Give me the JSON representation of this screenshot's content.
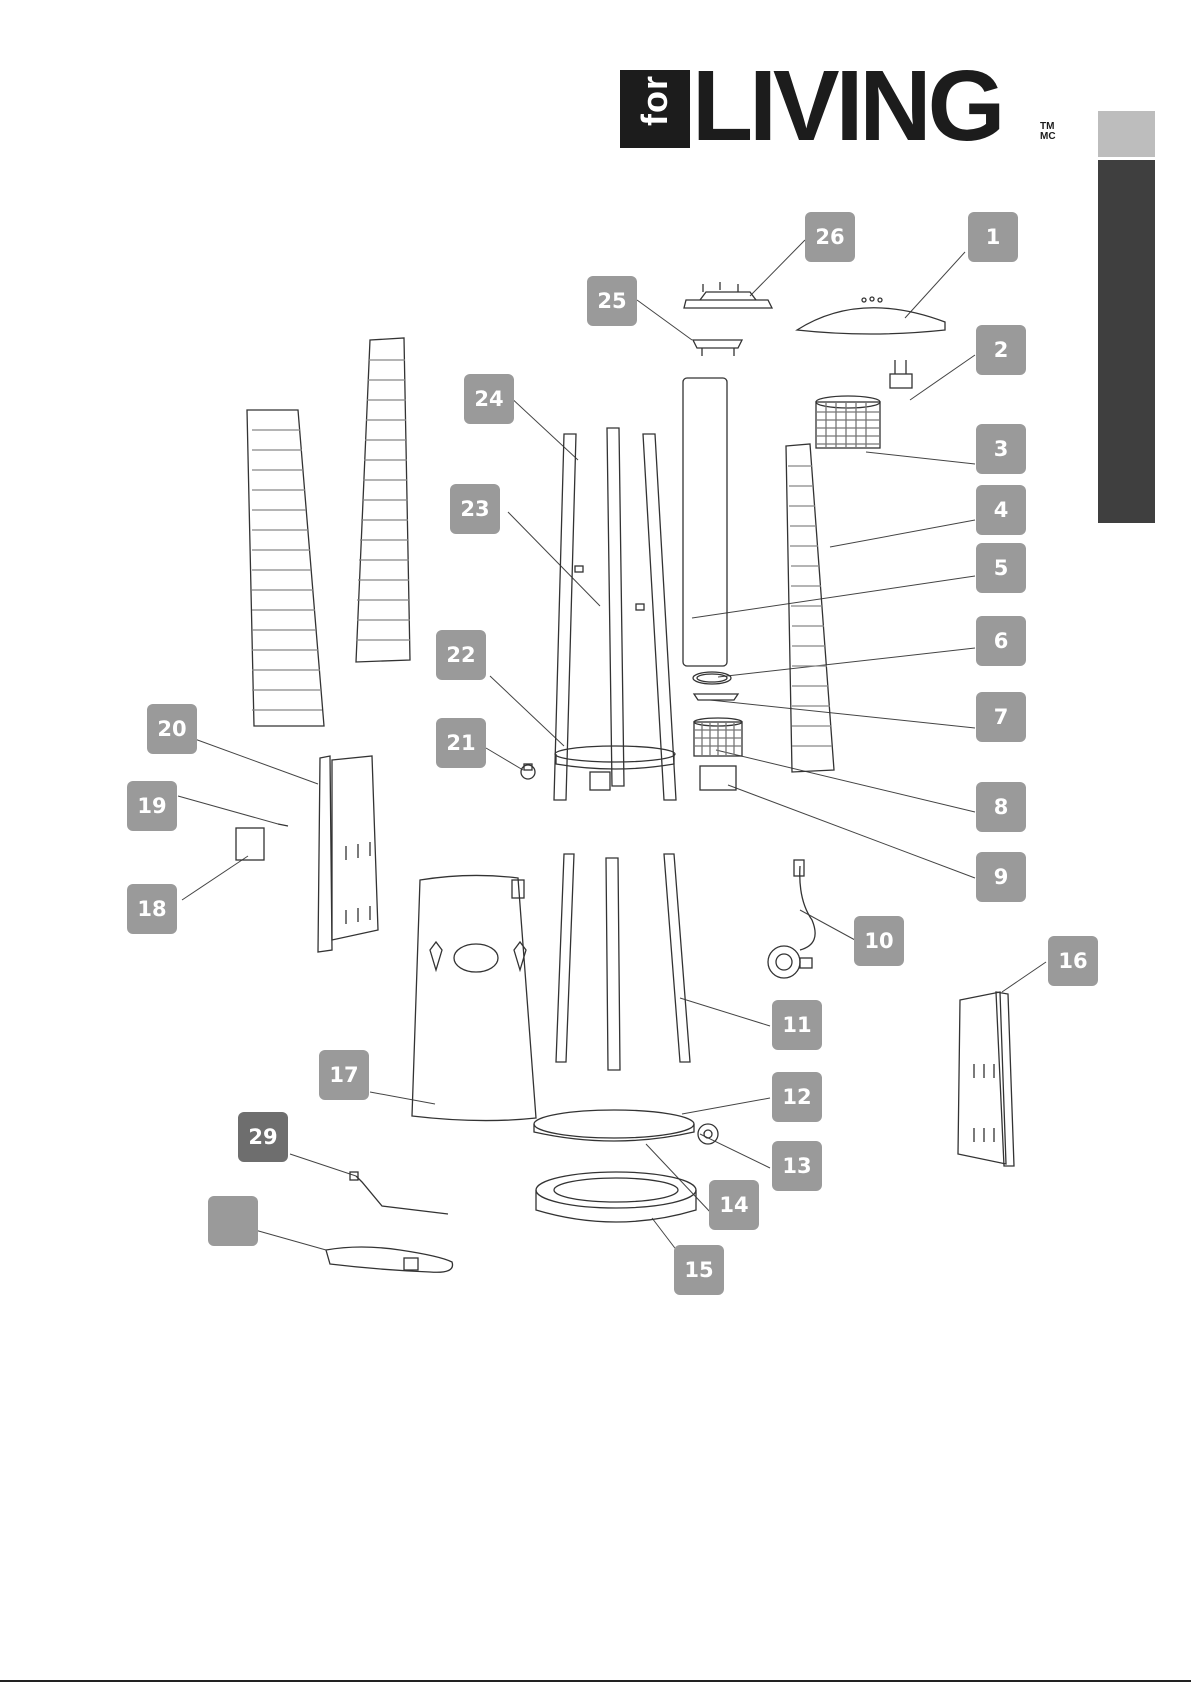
{
  "logo": {
    "prefix": "for",
    "word": "LIVING",
    "tm": "TM",
    "mc": "MC"
  },
  "callouts": [
    "26",
    "1",
    "25",
    "2",
    "24",
    "3",
    "23",
    "4",
    "5",
    "22",
    "6",
    "20",
    "21",
    "7",
    "19",
    "8",
    "18",
    "9",
    "10",
    "16",
    "11",
    "17",
    "12",
    "29",
    "13",
    "14",
    "15",
    ""
  ],
  "colors": {
    "callout": "#9a9a9a",
    "tab_dark": "#3f3f3f",
    "tab_light": "#bdbdbd",
    "line": "#333333"
  }
}
